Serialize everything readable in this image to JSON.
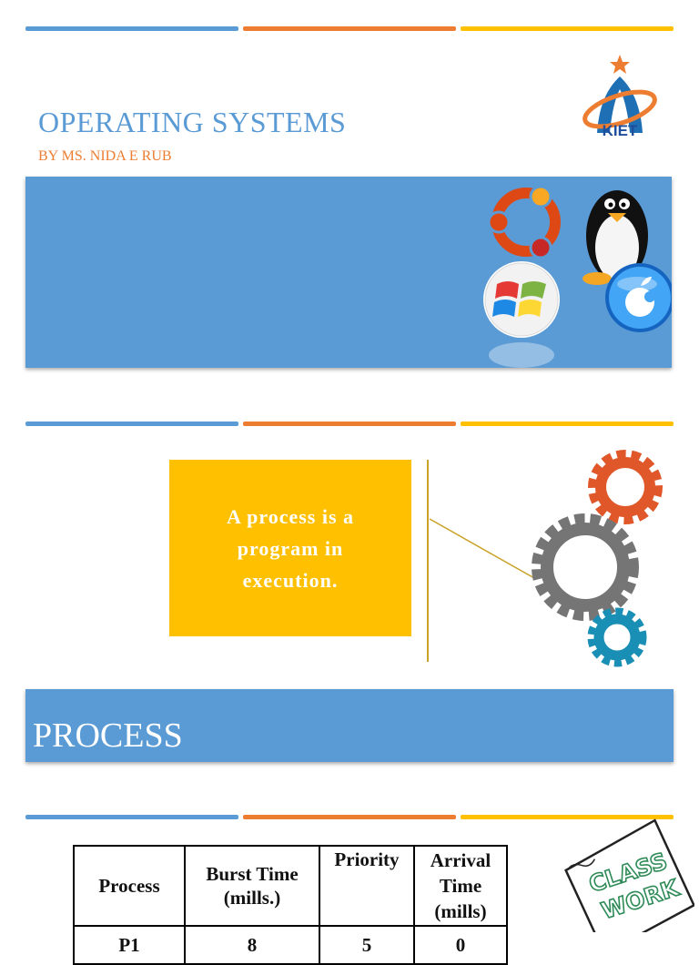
{
  "slide1": {
    "title": "OPERATING SYSTEMS",
    "subtitle": "BY MS. NIDA E RUB",
    "logo_text": "KIET",
    "accent_colors": {
      "blue": "#5b9bd5",
      "orange": "#ed7d31",
      "gold": "#ffc000"
    }
  },
  "slide2": {
    "definition": "A process is a program in execution."
  },
  "slide3": {
    "heading": "PROCESS"
  },
  "slide4": {
    "sticker_line1": "CLASS",
    "sticker_line2": "WORK",
    "table": {
      "headers": [
        "Process",
        "Burst Time (mills.)",
        "Priority",
        "Arrival Time (mills)"
      ],
      "rows": [
        [
          "P1",
          "8",
          "5",
          "0"
        ]
      ]
    }
  }
}
